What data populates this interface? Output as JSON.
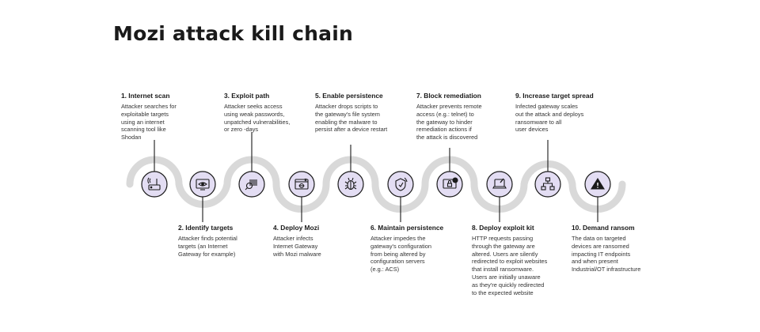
{
  "title": "Mozi attack kill chain",
  "colors": {
    "track": "#d9d9d9",
    "node_fill": "#e3ddf3",
    "node_stroke": "#1a1a1a",
    "icon": "#1a1a1a"
  },
  "steps": [
    {
      "title": "1. Internet scan",
      "lines": [
        "Attacker searches for",
        "exploitable targets",
        "using an internet",
        "scanning tool like",
        "Shodan"
      ],
      "icon": "router-icon"
    },
    {
      "title": "2. Identify targets",
      "lines": [
        "Attacker finds potential",
        "targets (an Internet",
        "Gateway for example)"
      ],
      "icon": "eye-icon"
    },
    {
      "title": "3. Exploit path",
      "lines": [
        "Attacker seeks access",
        "using weak passwords,",
        "unpatched vulnerabilities,",
        "or zero -days"
      ],
      "icon": "barcode-search-icon"
    },
    {
      "title": "4. Deploy Mozi",
      "lines": [
        "Attacker infects",
        "Internet Gateway",
        "with Mozi malware"
      ],
      "icon": "infected-window-icon"
    },
    {
      "title": "5. Enable persistence",
      "lines": [
        "Attacker drops scripts to",
        "the gateway's file system",
        "enabling the malware to",
        "persist after a device restart"
      ],
      "icon": "bug-icon"
    },
    {
      "title": "6. Maintain persistence",
      "lines": [
        "Attacker impedes the",
        "gateway's configuration",
        "from being altered by",
        "configuration servers",
        "(e.g.: ACS)"
      ],
      "icon": "shield-icon"
    },
    {
      "title": "7. Block remediation",
      "lines": [
        "Attacker prevents remote",
        "access (e.g.: telnet) to",
        "the gateway to hinder",
        "remediation actions if",
        "the attack is discovered"
      ],
      "icon": "locked-screen-icon"
    },
    {
      "title": "8. Deploy exploit kit",
      "lines": [
        "HTTP requests passing",
        "through the gateway are",
        "altered. Users are silently",
        "redirected to exploit websites",
        "that install ransomware.",
        "Users are initially unaware",
        "as they're quickly redirected",
        "to the expected website"
      ],
      "icon": "laptop-icon"
    },
    {
      "title": "9. Increase target spread",
      "lines": [
        "Infected gateway scales",
        "out the attack and deploys",
        "ransomware to all",
        "user devices"
      ],
      "icon": "network-icon"
    },
    {
      "title": "10. Demand ransom",
      "lines": [
        "The data on targeted",
        "devices are ransomed",
        "impacting IT endpoints",
        "and when present",
        "Industrial/OT infrastructure"
      ],
      "icon": "warning-icon"
    }
  ]
}
